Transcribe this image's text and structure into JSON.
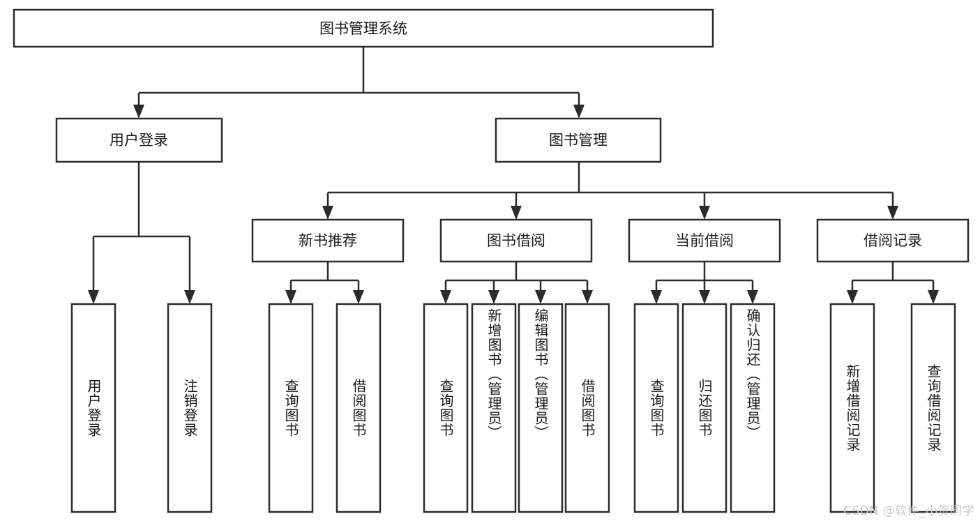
{
  "diagram": {
    "title": "图书管理系统",
    "type": "tree-hierarchy-chart",
    "root": {
      "label": "图书管理系统"
    },
    "level2": [
      {
        "label": "用户登录"
      },
      {
        "label": "图书管理"
      }
    ],
    "level3": [
      {
        "label": "新书推荐"
      },
      {
        "label": "图书借阅"
      },
      {
        "label": "当前借阅"
      },
      {
        "label": "借阅记录"
      }
    ],
    "leaves": {
      "user_login": [
        {
          "label": "用户登录"
        },
        {
          "label": "注销登录"
        }
      ],
      "new_book_recommend": [
        {
          "label": "查询图书"
        },
        {
          "label": "借阅图书"
        }
      ],
      "book_borrow": [
        {
          "label": "查询图书"
        },
        {
          "label": "新增图书（管理员）"
        },
        {
          "label": "编辑图书（管理员）"
        },
        {
          "label": "借阅图书"
        }
      ],
      "current_borrow": [
        {
          "label": "查询图书"
        },
        {
          "label": "归还图书"
        },
        {
          "label": "确认归还（管理员）"
        }
      ],
      "borrow_record": [
        {
          "label": "新增借阅记录"
        },
        {
          "label": "查询借阅记录"
        }
      ]
    }
  },
  "watermark": {
    "text": "CSDN @软件_小贺同学"
  },
  "colors": {
    "stroke": "#2b2b2b",
    "box_fill": "#ffffff",
    "text": "#1a1a1a",
    "watermark": "#c9c9c9",
    "background": "#ffffff"
  }
}
